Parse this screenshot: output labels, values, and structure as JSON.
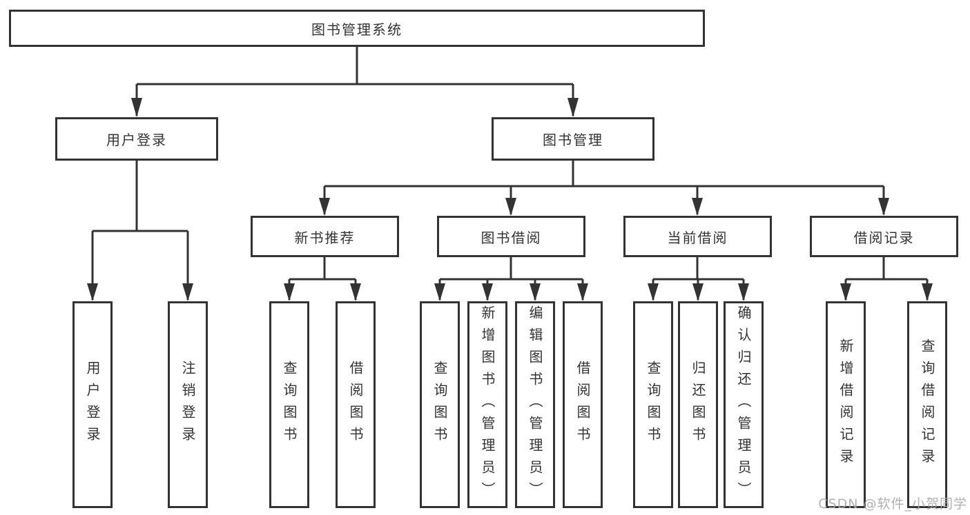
{
  "diagram": {
    "title": "图书管理系统",
    "level2": {
      "user_login": "用户登录",
      "book_manage": "图书管理"
    },
    "level3": {
      "new_book": "新书推荐",
      "book_borrow": "图书借阅",
      "current_borrow": "当前借阅",
      "borrow_record": "借阅记录"
    },
    "leaves": {
      "user_login": [
        "用户登录",
        "注销登录"
      ],
      "new_book": [
        "查询图书",
        "借阅图书"
      ],
      "book_borrow": [
        "查询图书",
        "新增图书（管理员）",
        "编辑图书（管理员）",
        "借阅图书"
      ],
      "current_borrow": [
        "查询图书",
        "归还图书",
        "确认归还（管理员）"
      ],
      "borrow_record": [
        "新增借阅记录",
        "查询借阅记录"
      ]
    }
  },
  "watermark": "CSDN @软件_小贺同学",
  "colors": {
    "line": "#333333",
    "text": "#333333",
    "box_fill": "#ffffff",
    "background": "#ffffff",
    "watermark": "#a9a9a9"
  }
}
